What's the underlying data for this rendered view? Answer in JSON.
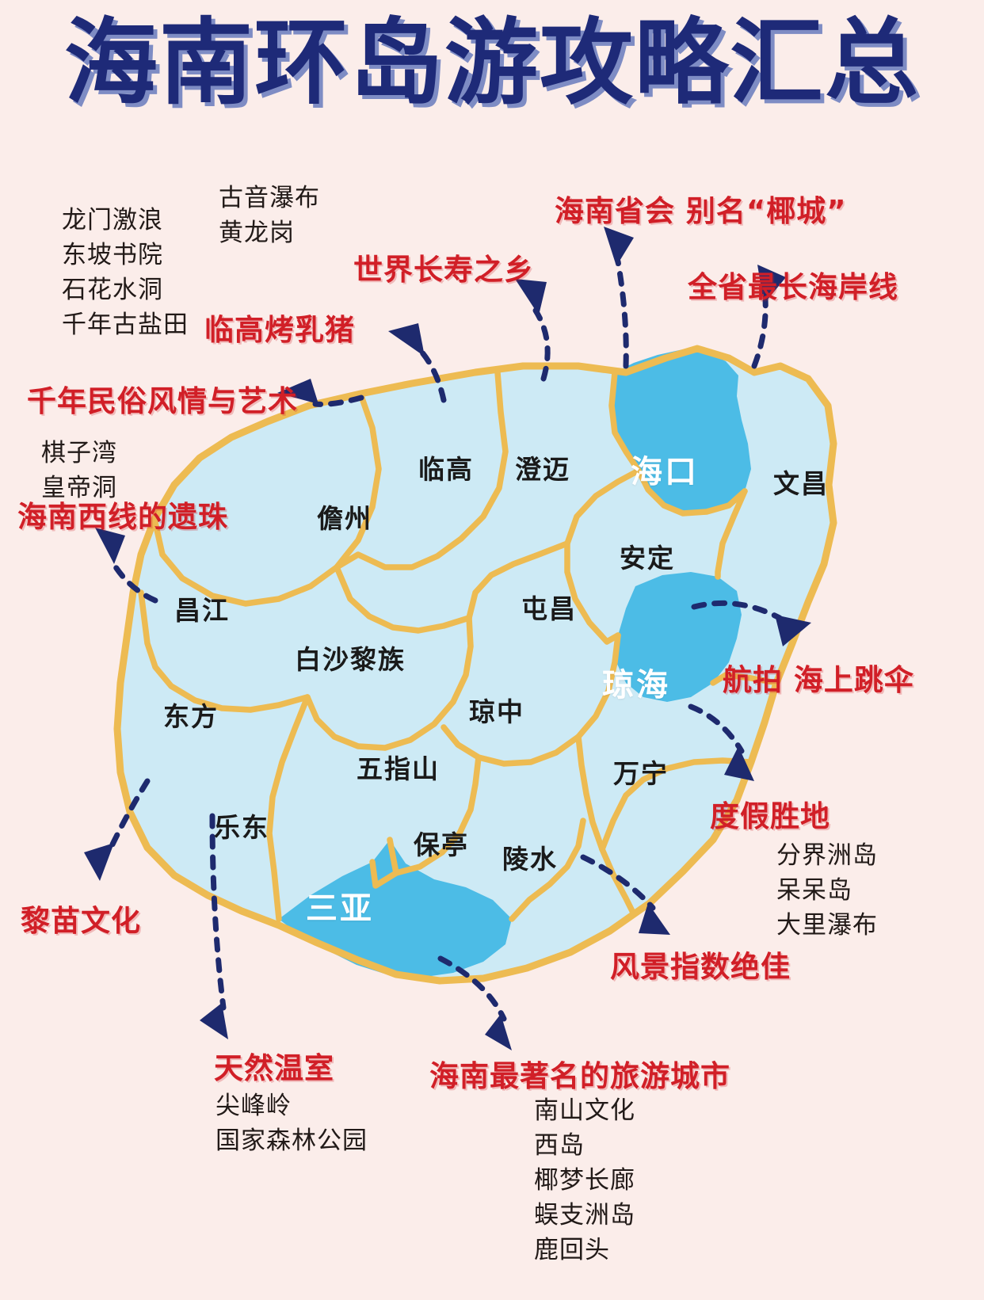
{
  "page": {
    "title": "海南环岛游攻略汇总",
    "background_color": "#FBEDEA",
    "title_color": "#1E2A78",
    "title_shadow_color": "#7E8CC4",
    "accent_red": "#D11F27",
    "region_fill": "#CDEAF5",
    "highlight_fill": "#4CBCE6",
    "border_color": "#EDBB52",
    "arrow_color": "#1E2A6E"
  },
  "callouts": {
    "danzhou_list": "龙门激浪\n东坡书院\n石花水洞\n千年古盐田",
    "chengmai_list": "古音瀑布\n黄龙岗",
    "haikou_label": "海南省会 别名“椰城”",
    "wenchang_label": "全省最长海岸线",
    "lingao_longevity": "世界长寿之乡",
    "lingao_pig": "临高烤乳猪",
    "folk_art": "千年民俗风情与艺术",
    "changjiang_list": "棋子湾\n皇帝洞",
    "west_pearl": "海南西线的遗珠",
    "qionghai_label": "航拍 海上跳伞",
    "wanning_label": "度假胜地",
    "wanning_list": "分界洲岛\n呆呆岛\n大里瀑布",
    "limiao_culture": "黎苗文化",
    "scenery_label": "风景指数绝佳",
    "greenhouse_label": "天然温室",
    "greenhouse_list": "尖峰岭\n国家森林公园",
    "sanya_label": "海南最著名的旅游城市",
    "sanya_list": "南山文化\n西岛\n椰梦长廊\n蜈支洲岛\n鹿回头"
  },
  "map": {
    "regions": [
      {
        "name": "临高",
        "highlight": false
      },
      {
        "name": "澄迈",
        "highlight": false
      },
      {
        "name": "海口",
        "highlight": true
      },
      {
        "name": "文昌",
        "highlight": false
      },
      {
        "name": "儋州",
        "highlight": false
      },
      {
        "name": "安定",
        "highlight": false
      },
      {
        "name": "屯昌",
        "highlight": false
      },
      {
        "name": "昌江",
        "highlight": false
      },
      {
        "name": "白沙黎族",
        "highlight": false
      },
      {
        "name": "琼海",
        "highlight": true
      },
      {
        "name": "东方",
        "highlight": false
      },
      {
        "name": "琼中",
        "highlight": false
      },
      {
        "name": "五指山",
        "highlight": false
      },
      {
        "name": "万宁",
        "highlight": false
      },
      {
        "name": "乐东",
        "highlight": false
      },
      {
        "name": "保亭",
        "highlight": false
      },
      {
        "name": "陵水",
        "highlight": false
      },
      {
        "name": "三亚",
        "highlight": true
      }
    ]
  }
}
